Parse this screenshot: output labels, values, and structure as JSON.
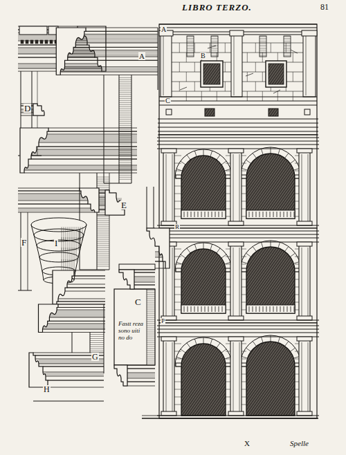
{
  "diagram": {
    "title": "LIBRO TERZO.",
    "labels": [
      "81",
      "A",
      "B",
      "C",
      "R",
      "P",
      "D",
      "A",
      "E",
      "F",
      "I",
      "C",
      "Fastt reza sono uiti no do",
      "G",
      "H",
      "X",
      "Spelle"
    ]
  }
}
